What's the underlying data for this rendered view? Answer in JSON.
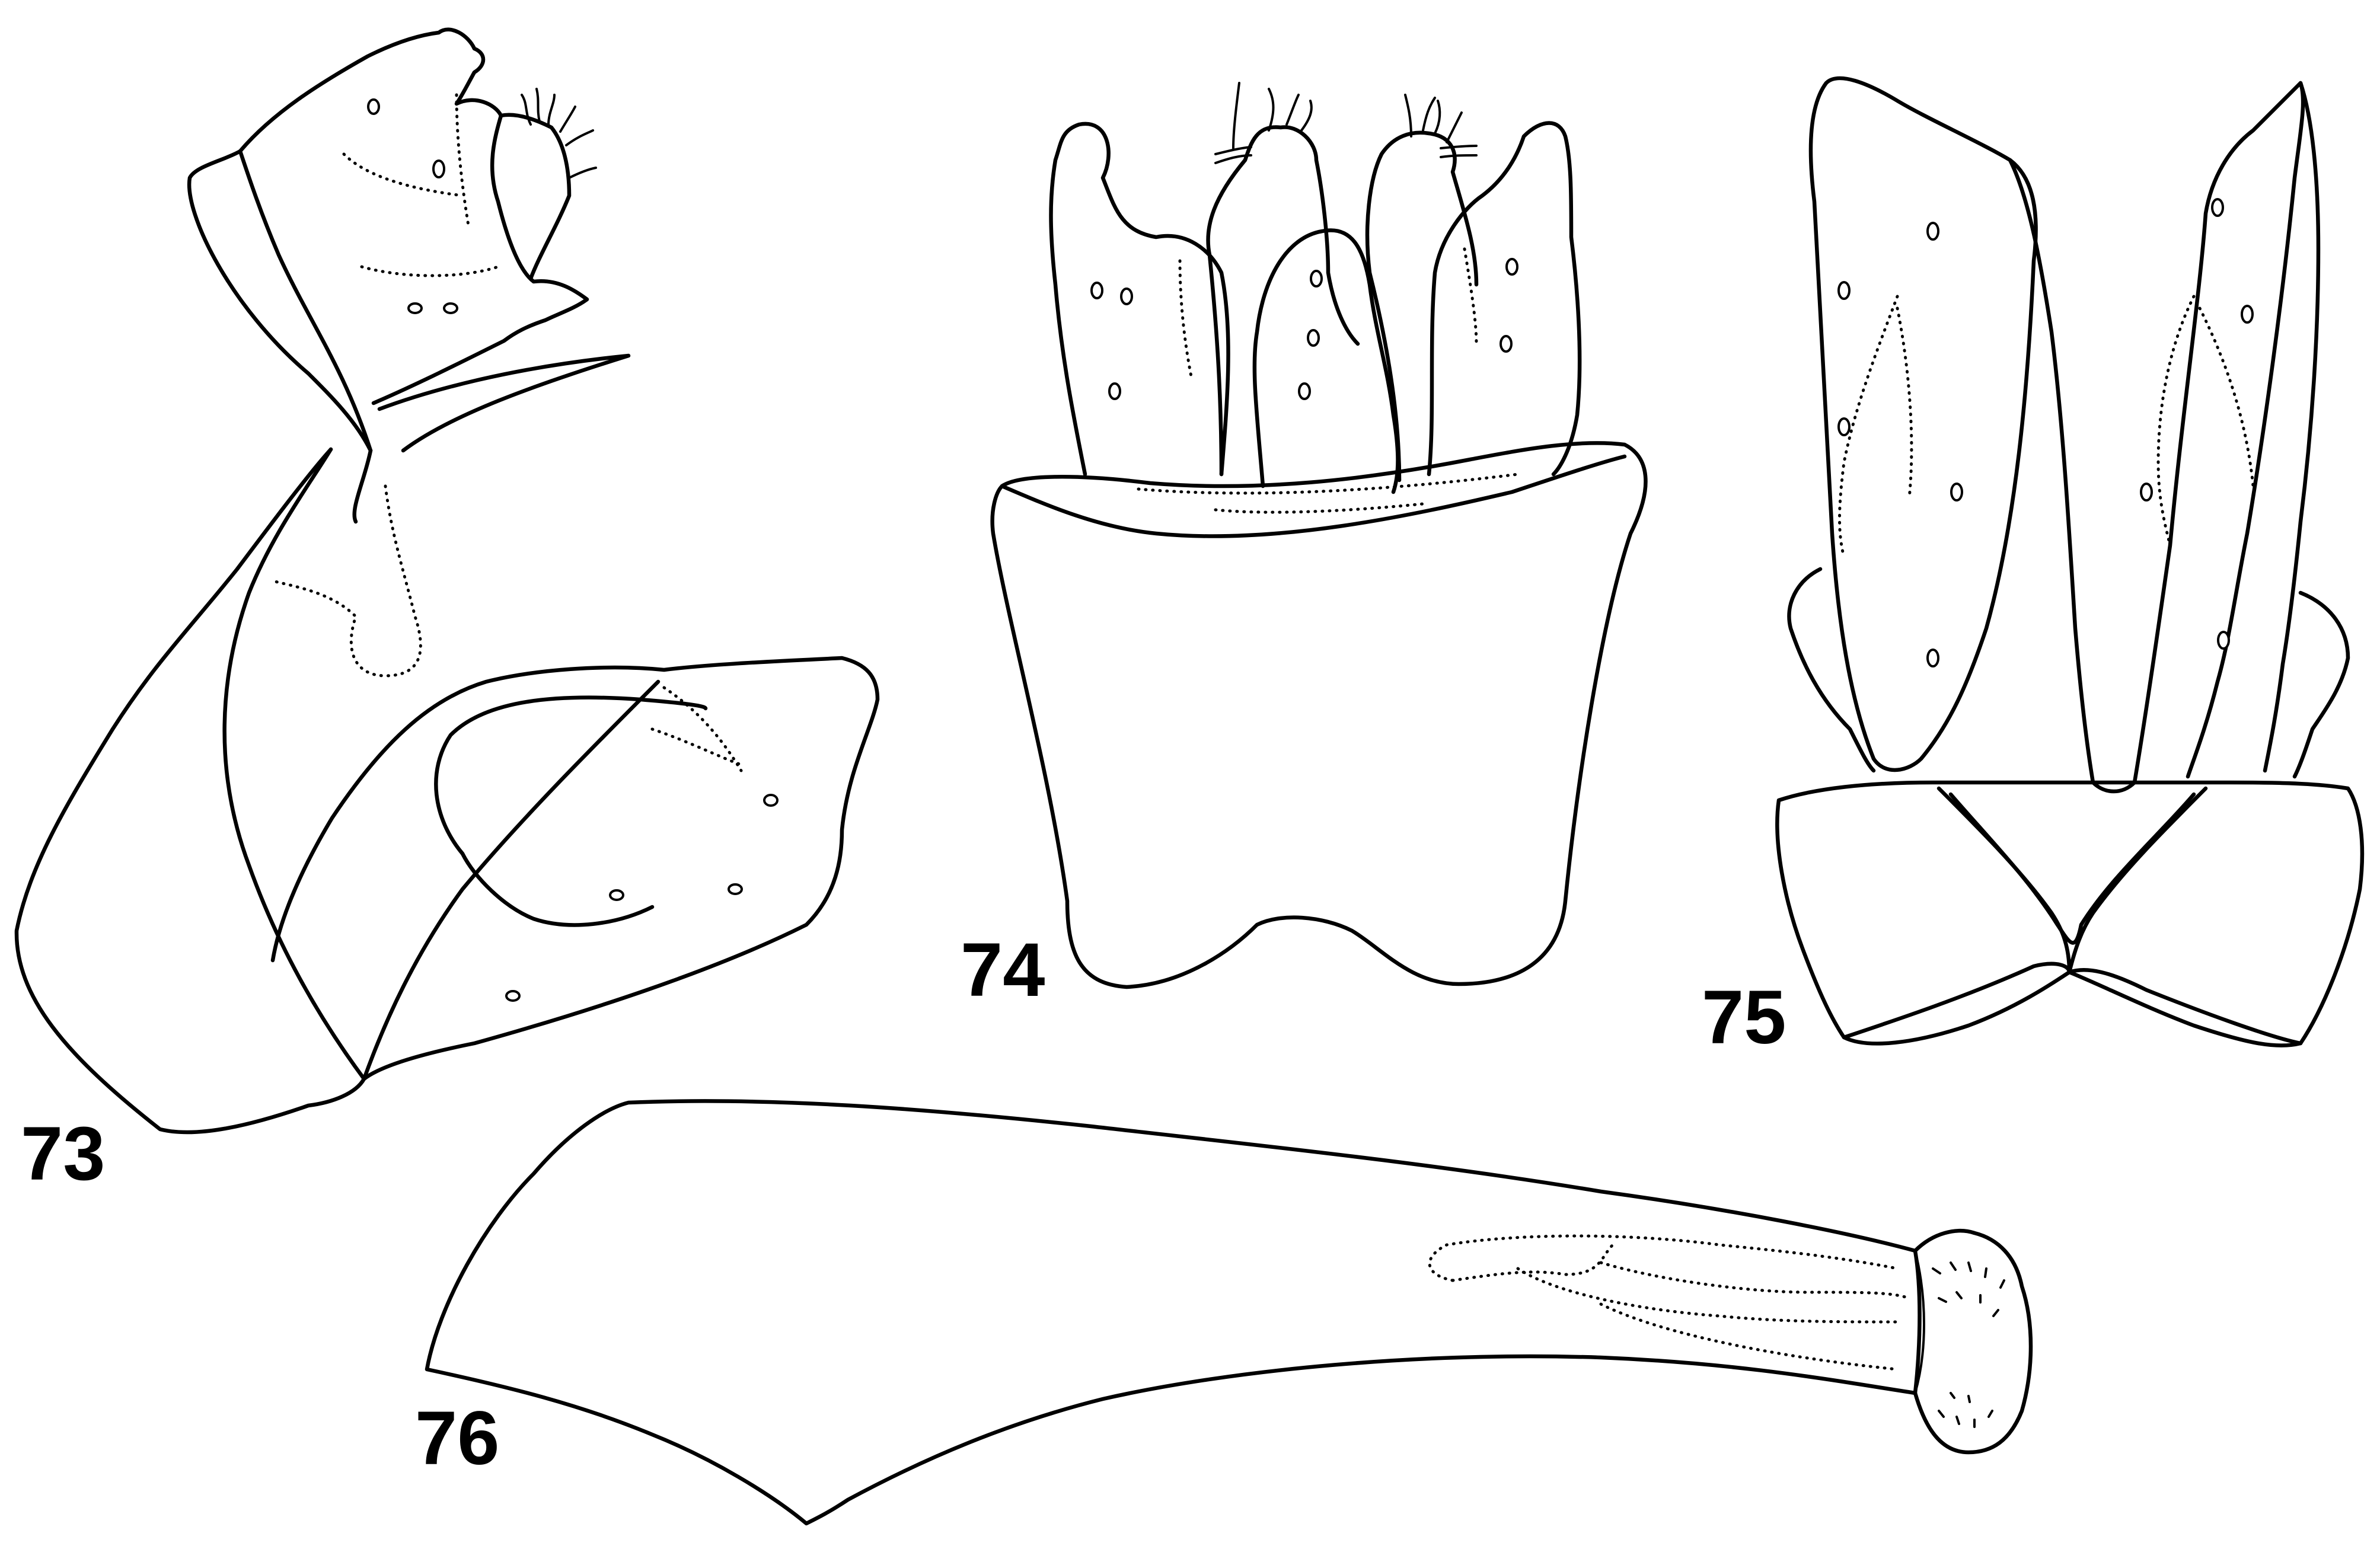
{
  "figures": [
    {
      "id": "fig73",
      "label": "73"
    },
    {
      "id": "fig74",
      "label": "74"
    },
    {
      "id": "fig75",
      "label": "75"
    },
    {
      "id": "fig76",
      "label": "76"
    }
  ]
}
